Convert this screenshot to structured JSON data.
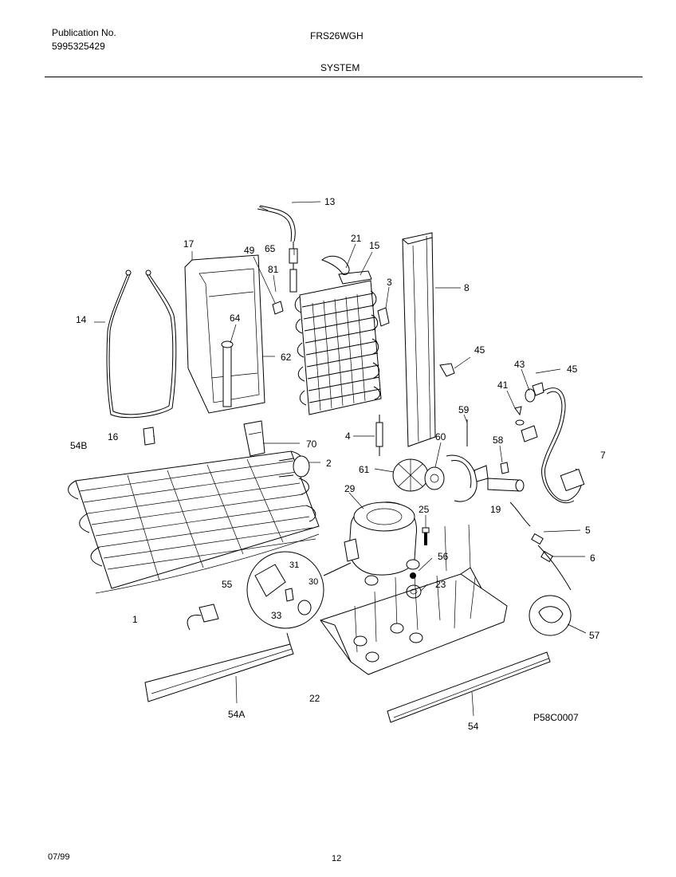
{
  "header": {
    "publication_label": "Publication No.",
    "publication_number": "5995325429",
    "model": "FRS26WGH",
    "section": "SYSTEM"
  },
  "diagram": {
    "code": "P58C0007",
    "callouts": [
      "13",
      "17",
      "49",
      "65",
      "21",
      "15",
      "81",
      "3",
      "8",
      "14",
      "64",
      "62",
      "45",
      "43",
      "45",
      "41",
      "4",
      "59",
      "54B",
      "16",
      "70",
      "60",
      "58",
      "2",
      "7",
      "61",
      "29",
      "19",
      "25",
      "5",
      "56",
      "6",
      "31",
      "30",
      "55",
      "23",
      "1",
      "33",
      "57",
      "22",
      "54A",
      "54"
    ]
  },
  "footer": {
    "date": "07/99",
    "page": "12"
  }
}
